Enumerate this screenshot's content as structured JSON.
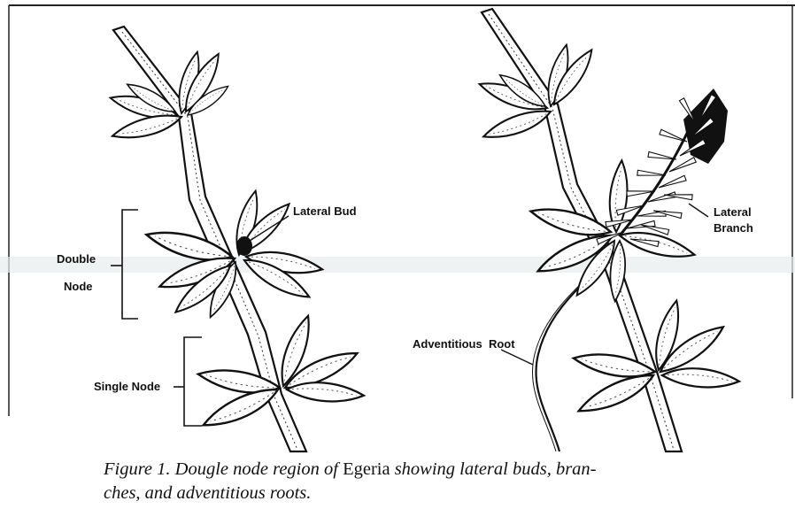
{
  "labels": {
    "double_node_1": "Double",
    "double_node_2": "Node",
    "single_node": "Single Node",
    "lateral_bud": "Lateral Bud",
    "lateral_branch_1": "Lateral",
    "lateral_branch_2": "Branch",
    "adventitious_root": "Adventitious  Root"
  },
  "caption": {
    "part1": "Figure 1. Dougle node region of ",
    "genus": "Egeria",
    "part2": " showing lateral buds, bran-",
    "line2": "ches, and adventitious roots."
  }
}
